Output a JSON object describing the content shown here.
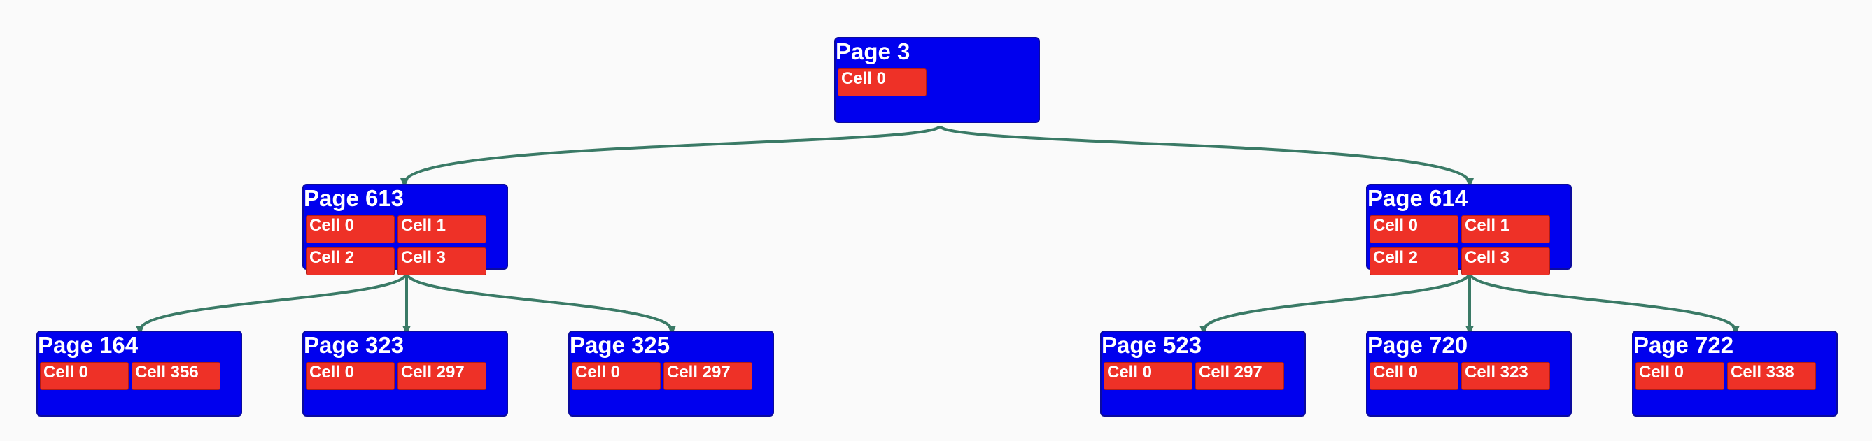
{
  "colors": {
    "page_fill": "#0000ee",
    "cell_fill": "#ee3127",
    "edge": "#3a7a66",
    "background": "#fafafa",
    "text": "#ffffff"
  },
  "tree": {
    "root": {
      "title": "Page 3",
      "cells": [
        "Cell 0"
      ]
    },
    "level1": [
      {
        "title": "Page 613",
        "cells": [
          "Cell 0",
          "Cell 1",
          "Cell 2",
          "Cell 3"
        ]
      },
      {
        "title": "Page 614",
        "cells": [
          "Cell 0",
          "Cell 1",
          "Cell 2",
          "Cell 3"
        ]
      }
    ],
    "level2": [
      {
        "title": "Page 164",
        "cells": [
          "Cell 0",
          "Cell 356"
        ]
      },
      {
        "title": "Page 323",
        "cells": [
          "Cell 0",
          "Cell 297"
        ]
      },
      {
        "title": "Page 325",
        "cells": [
          "Cell 0",
          "Cell 297"
        ]
      },
      {
        "title": "Page 523",
        "cells": [
          "Cell 0",
          "Cell 297"
        ]
      },
      {
        "title": "Page 720",
        "cells": [
          "Cell 0",
          "Cell 323"
        ]
      },
      {
        "title": "Page 722",
        "cells": [
          "Cell 0",
          "Cell 338"
        ]
      }
    ]
  }
}
